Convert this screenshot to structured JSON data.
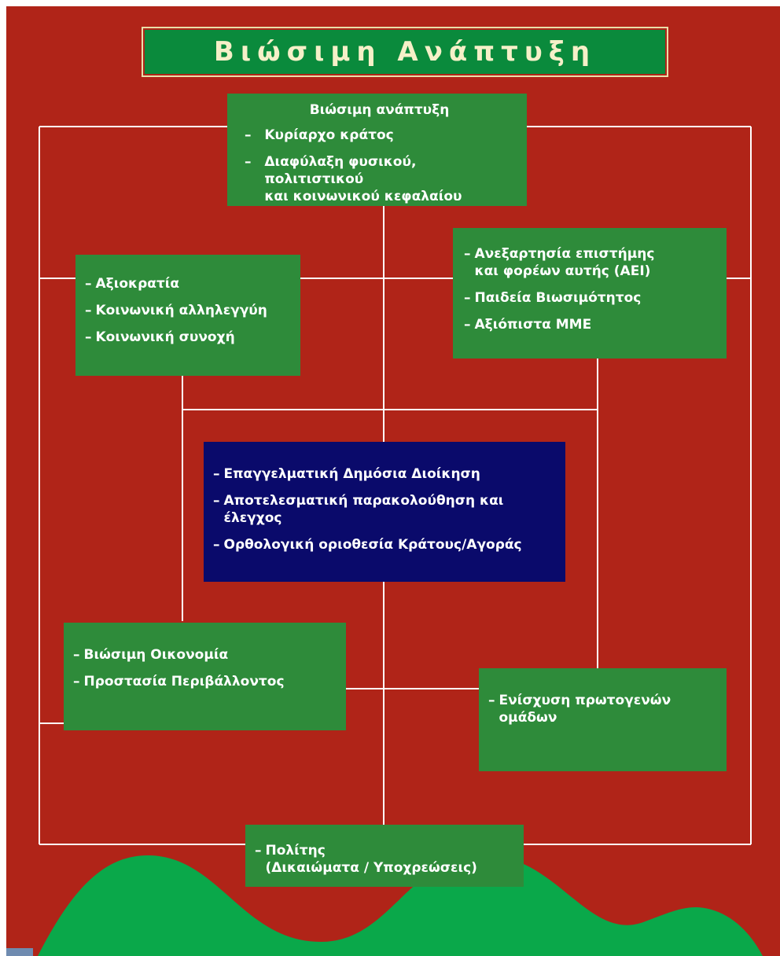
{
  "title": "Βιώσιμη Ανάπτυξη",
  "colors": {
    "background": "#b02418",
    "box_green": "#2e8b3a",
    "box_navy": "#0a0a6b",
    "title_green": "#0a8a3c",
    "title_text": "#f5f0c8",
    "lines": "#ffffff",
    "hill_green": "#0aa84a"
  },
  "boxes": {
    "top": {
      "heading": "Βιώσιμη ανάπτυξη",
      "items": [
        "Κυρίαρχο κράτος",
        "Διαφύλαξη φυσικού, πολιτιστικού\nκαι κοινωνικού κεφαλαίου"
      ]
    },
    "left_upper": {
      "items": [
        "Αξιοκρατία",
        "Κοινωνική αλληλεγγύη",
        "Κοινωνική συνοχή"
      ]
    },
    "right_upper": {
      "items": [
        "Ανεξαρτησία επιστήμης\nκαι φορέων αυτής (ΑΕΙ)",
        "Παιδεία Βιωσιμότητος",
        "Αξιόπιστα ΜΜΕ"
      ]
    },
    "center": {
      "items": [
        "Επαγγελματική Δημόσια Διοίκηση",
        "Αποτελεσματική παρακολούθηση και\nέλεγχος",
        "Ορθολογική οριοθεσία Κράτους/Αγοράς"
      ]
    },
    "left_lower": {
      "items": [
        "Βιώσιμη Οικονομία",
        "Προστασία Περιβάλλοντος"
      ]
    },
    "right_lower": {
      "items": [
        "Ενίσχυση πρωτογενών\nομάδων"
      ]
    },
    "bottom": {
      "items": [
        "Πολίτης\n(Δικαιώματα / Υποχρεώσεις)"
      ]
    }
  }
}
